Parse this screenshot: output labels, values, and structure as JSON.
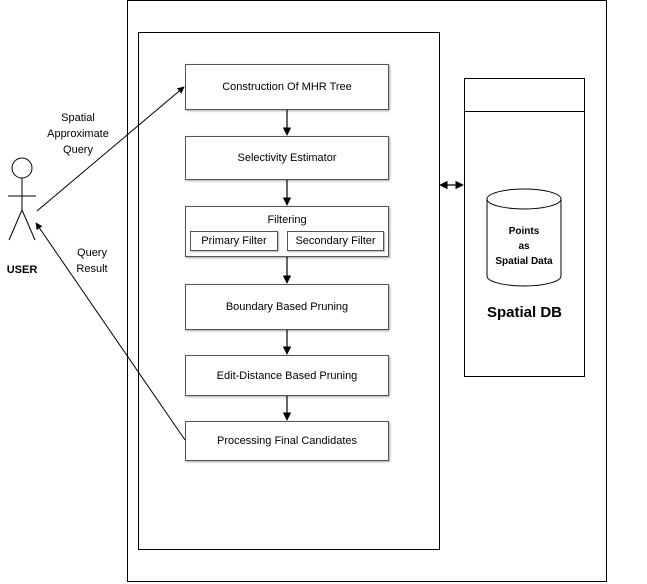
{
  "steps": {
    "mhr_tree": "Construction Of MHR Tree",
    "selectivity": "Selectivity Estimator",
    "filtering": "Filtering",
    "primary_filter": "Primary Filter",
    "secondary_filter": "Secondary Filter",
    "boundary_pruning": "Boundary Based Pruning",
    "edit_distance_pruning": "Edit-Distance Based Pruning",
    "final_candidates": "Processing Final Candidates"
  },
  "user": {
    "label": "USER",
    "query_line1": "Spatial",
    "query_line2": "Approximate",
    "query_line3": "Query",
    "result_line1": "Query",
    "result_line2": "Result"
  },
  "database": {
    "cylinder_line1": "Points",
    "cylinder_line2": "as",
    "cylinder_line3": "Spatial Data",
    "title": "Spatial DB"
  }
}
